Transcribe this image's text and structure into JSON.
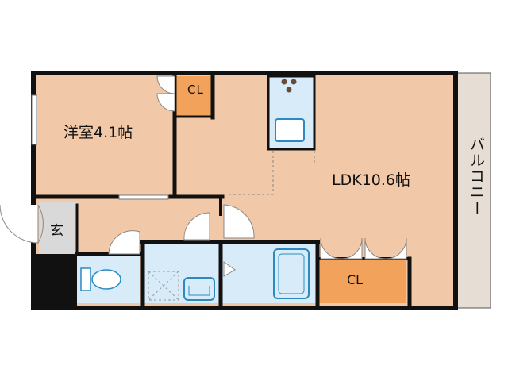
{
  "floorplan": {
    "rooms": {
      "western_room": "洋室4.1帖",
      "ldk": "LDK10.6帖",
      "entrance": "玄",
      "closet_small": "CL",
      "closet_large": "CL",
      "balcony": "バルコニー"
    },
    "colors": {
      "room_fill": "#f2c9a8",
      "wet_area_fill": "#d7ecf8",
      "closet_fill": "#f2a25a",
      "entrance_fill": "#d9d9d9",
      "balcony_fill": "#e6ddd4",
      "wall": "#111111"
    },
    "icons": [
      "stove-icon",
      "sink-icon",
      "bathtub-icon",
      "toilet-icon",
      "washbasin-icon",
      "washing-machine-icon"
    ]
  }
}
